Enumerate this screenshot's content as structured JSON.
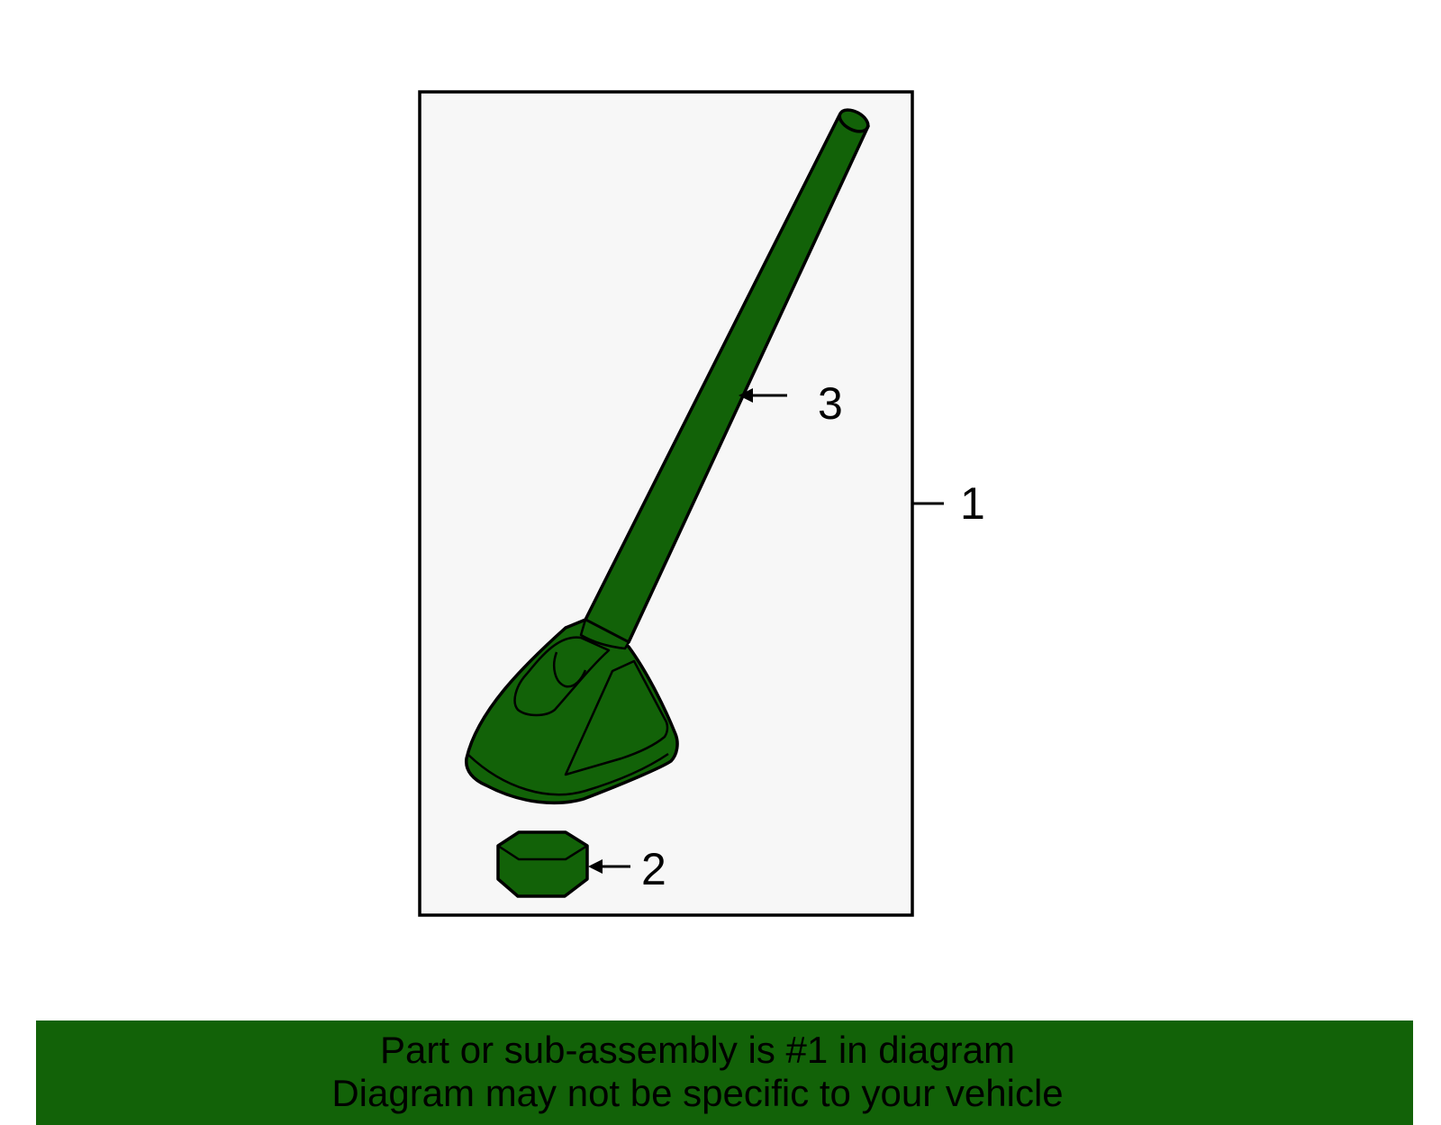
{
  "colors": {
    "part_fill": "#126208",
    "panel_fill": "#f7f7f7",
    "banner_bg": "#126208",
    "line": "#000000"
  },
  "callouts": {
    "one": "1",
    "two": "2",
    "three": "3"
  },
  "banner": {
    "line1": "Part or sub-assembly is #1 in diagram",
    "line2": "Diagram may not be specific to your vehicle"
  }
}
